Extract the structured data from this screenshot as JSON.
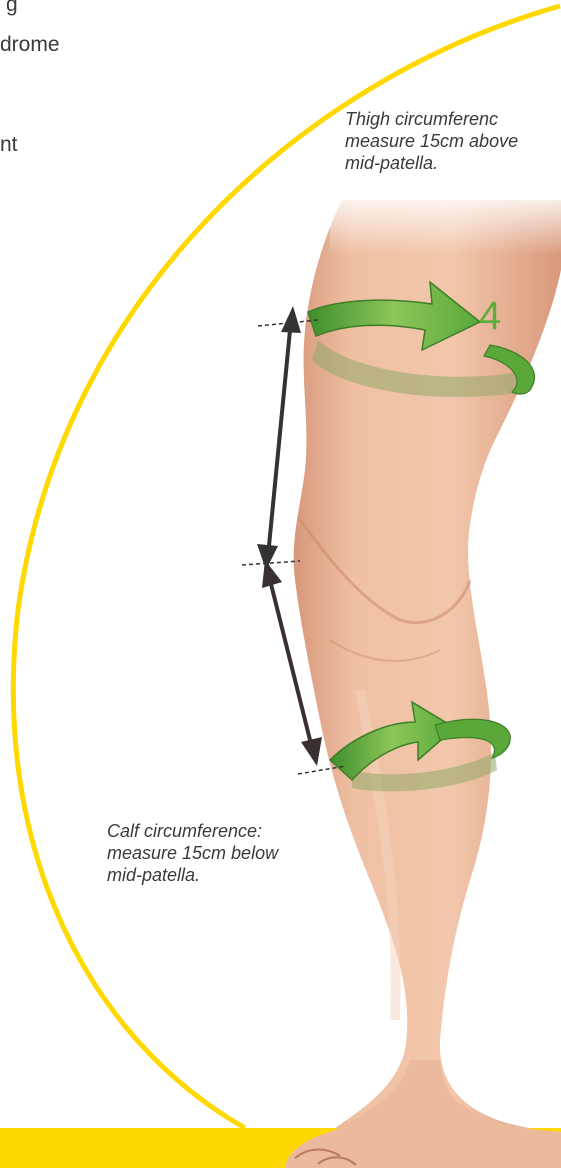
{
  "fragments": {
    "line1": "g",
    "line2": "drome",
    "line3": "nt"
  },
  "thigh_caption": {
    "title": "Thigh circumferenc",
    "line1": "measure 15cm above",
    "line2": "mid-patella."
  },
  "calf_caption": {
    "title": "Calf circumference:",
    "line1": "measure 15cm below",
    "line2": "mid-patella."
  },
  "step_number": "4",
  "colors": {
    "accent_yellow": "#FFD800",
    "arrow_green": "#5FAE3A",
    "arrow_green_light": "#9ACB6A",
    "skin": "#EBB99B",
    "skin_shadow": "#D8977A",
    "measure_arrow": "#333333",
    "text": "#3A3A3A"
  },
  "icons": [
    "thigh-wrap-arrow-icon",
    "calf-wrap-arrow-icon",
    "measurement-arrow-icon"
  ]
}
